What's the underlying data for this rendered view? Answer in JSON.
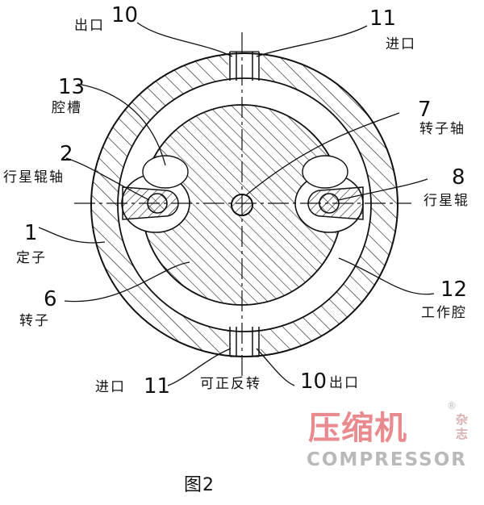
{
  "labels": {
    "n10_top": "10",
    "outlet_top": "出口",
    "n11_top": "11",
    "inlet_top": "进口",
    "n13": "13",
    "cavity_groove": "腔槽",
    "n7": "7",
    "rotor_shaft": "转子轴",
    "n2": "2",
    "planet_roller_shaft": "行星辊轴",
    "n8": "8",
    "planet_roller": "行星辊",
    "n1": "1",
    "stator": "定子",
    "n12": "12",
    "working_chamber": "工作腔",
    "n6": "6",
    "rotor": "转子",
    "inlet_bottom": "进口",
    "n11_bottom": "11",
    "reversible": "可正反转",
    "n10_bottom": "10",
    "outlet_bottom": "出口"
  },
  "caption": "图2",
  "watermark": {
    "cn": "压缩机",
    "cn_small": [
      "杂",
      "志"
    ],
    "en": "COMPRESSOR",
    "reg": "®"
  },
  "colors": {
    "line": "#111111",
    "watermark_red": "#e98a8e",
    "watermark_gray": "#b9b9b9"
  }
}
